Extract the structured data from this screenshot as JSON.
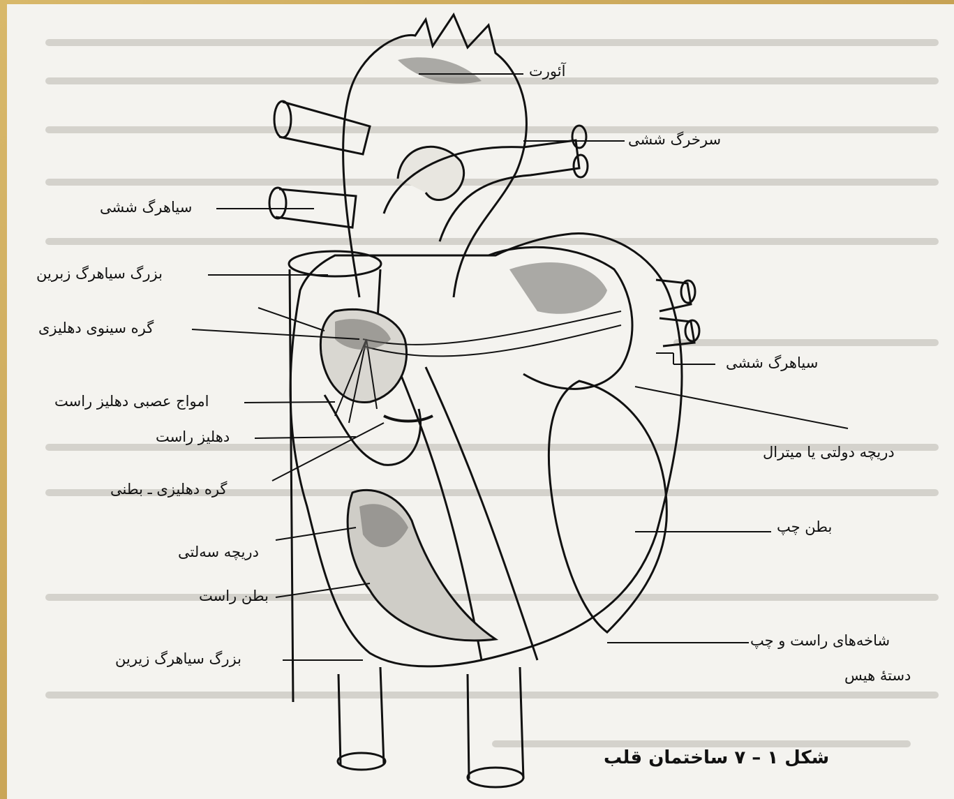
{
  "diagram": {
    "caption": "شکل ۱ – ۷ ساختمان قلب",
    "labels": {
      "aorta": "آئورت",
      "pulmonary_artery": "سرخرگ ششی",
      "pulmonary_vein_left": "سیاهرگ ششی",
      "superior_vena_cava": "بزرگ سیاهرگ زبرین",
      "sinoatrial_node": "گره سینوی دهلیزی",
      "atrial_nerve_waves": "امواج عصبی دهلیز راست",
      "right_atrium": "دهلیز راست",
      "av_node": "گره دهلیزی ـ بطنی",
      "tricuspid_valve": "دریچه سه‌لتی",
      "right_ventricle": "بطن راست",
      "inferior_vena_cava": "بزرگ سیاهرگ زیرین",
      "pulmonary_vein_right": "سیاهرگ ششی",
      "mitral_valve": "دریچه دولتی یا میترال",
      "left_ventricle": "بطن چپ",
      "his_bundle_branches": "شاخه‌های راست و چپ",
      "his_bundle": "دستهٔ هیس"
    },
    "colors": {
      "ink": "#111111",
      "paper": "#f4f3ef",
      "border": "#c9a35a"
    }
  }
}
